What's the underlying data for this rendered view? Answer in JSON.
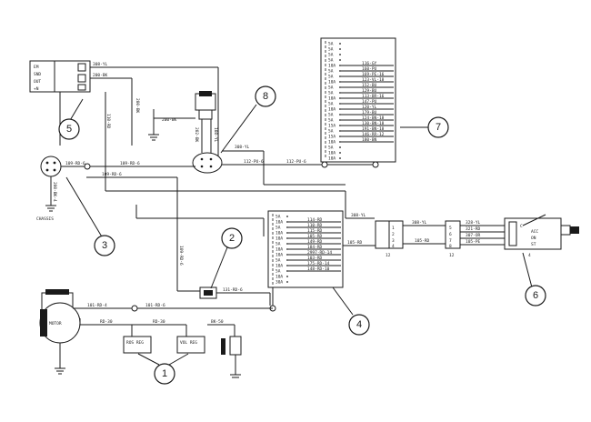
{
  "callouts": [
    "1",
    "2",
    "3",
    "4",
    "5",
    "6",
    "7",
    "8"
  ],
  "switch5": {
    "positions": [
      "EM",
      "SND",
      "OUT",
      "+N"
    ],
    "wires": [
      "308-YL",
      "200-BK"
    ]
  },
  "connector8": {
    "ground_wire": "200-BK",
    "wires_vertical": [
      "202-BK",
      "108-YL"
    ],
    "output_wires": [
      "308-YL",
      "112-PU-6",
      "112-PU-6"
    ]
  },
  "ground3": {
    "wires": [
      "109-RD-6",
      "109-RD-6",
      "109-RD-6"
    ],
    "ground_wire": "200-BK-4",
    "chassis_label": "CHASSIS"
  },
  "vertical_wires": [
    "110-RD",
    "200-BK",
    "109-RD-6"
  ],
  "block7": {
    "pins": [
      "5A",
      "5A",
      "5A",
      "5A",
      "10A",
      "5A",
      "5A",
      "10A",
      "5A",
      "5A",
      "10A",
      "5A",
      "10A",
      "5A",
      "5A",
      "15A",
      "5A",
      "15A",
      "10A",
      "5A",
      "10A",
      "10A"
    ],
    "wires": [
      "",
      "",
      "",
      "",
      "116-GY",
      "160-PU",
      "169-PE-16",
      "123-VL-18",
      "152-BU",
      "129-BU",
      "113-BR-16",
      "147-PU",
      "120-YL",
      "179-BU",
      "124-BN-18",
      "130-BN-18",
      "191-BN-18",
      "146-RR-12",
      "180-BN",
      "",
      "",
      ""
    ]
  },
  "block4": {
    "pins": [
      "5A",
      "10A",
      "5A",
      "10A",
      "10A",
      "5A",
      "10A",
      "10A",
      "5A",
      "10A",
      "5A",
      "10A",
      "30A"
    ],
    "wires": [
      "",
      "114-RD",
      "110-RD",
      "115-RD",
      "105-RD",
      "149-RD",
      "184-RD",
      "2997-RD-14",
      "103-RD",
      "175-RD-14",
      "148-RD-10",
      "",
      ""
    ]
  },
  "connectors_12": {
    "in_wires": [
      "308-YL",
      "105-RD"
    ],
    "mid_wires": [
      "308-YL",
      "105-RD"
    ],
    "pins_a": [
      "1",
      "2",
      "3",
      "4"
    ],
    "pins_b": [
      "5",
      "6",
      "7",
      "8"
    ],
    "labels": [
      "12",
      "12"
    ]
  },
  "switch6": {
    "wires": [
      "328-YL",
      "321-RD",
      "307-OR",
      "105-PE"
    ],
    "positions": [
      "C",
      "ACC",
      "ON",
      "ST"
    ],
    "label": "4"
  },
  "harness2": {
    "wires": [
      "131-RD-6",
      "109-RD-6"
    ]
  },
  "motor": {
    "label": "MOTOR",
    "wires": [
      "101-RD-4",
      "101-RD-6",
      "RD-30",
      "RD-30",
      "BK-50"
    ]
  },
  "fuses1": [
    "ROS REG",
    "VOL REG"
  ],
  "colors": {
    "line": "#1a1a1a",
    "background": "#ffffff"
  }
}
